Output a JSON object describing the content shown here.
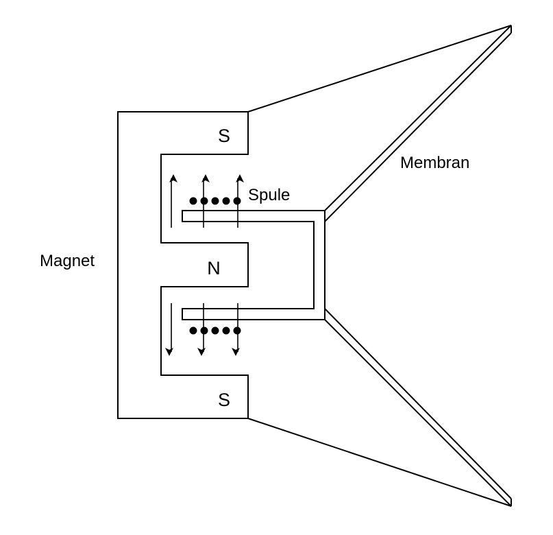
{
  "labels": {
    "magnet": "Magnet",
    "membrane": "Membran",
    "coil": "Spule",
    "pole_south_top": "S",
    "pole_north": "N",
    "pole_south_bottom": "S"
  },
  "icons": {
    "coil_winding": "filled-dot",
    "field_direction": "arrow"
  },
  "colors": {
    "line": "#000000",
    "background": "#ffffff"
  }
}
